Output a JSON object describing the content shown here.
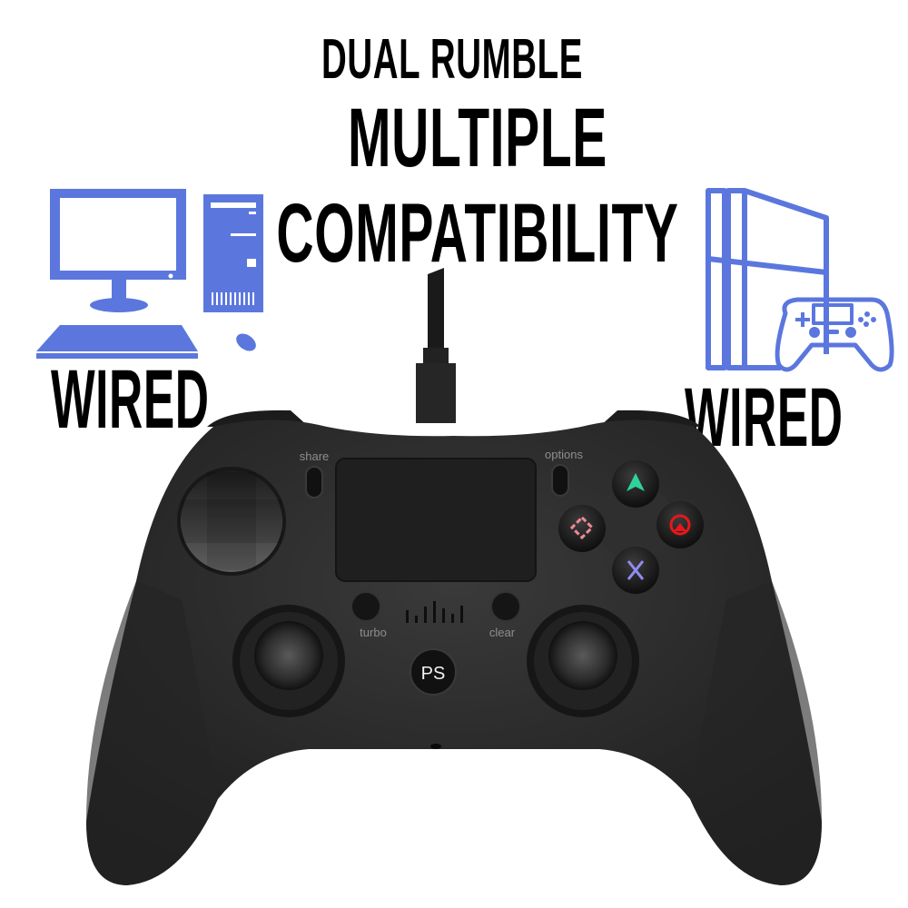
{
  "headline": {
    "line1": "DUAL RUMBLE",
    "line2": "MULTIPLE COMPATIBILITY"
  },
  "compatibility": [
    {
      "platform_icon": "desktop-pc-icon",
      "label": "WIRED"
    },
    {
      "platform_icon": "game-console-icon",
      "label": "WIRED"
    }
  ],
  "controller": {
    "labels": {
      "share": "share",
      "options": "options",
      "turbo": "turbo",
      "clear": "clear",
      "home": "PS"
    },
    "face_buttons": [
      {
        "name": "triangle",
        "color": "#2fd39a"
      },
      {
        "name": "circle",
        "color": "#e8161b"
      },
      {
        "name": "cross",
        "color": "#8f8cf2"
      },
      {
        "name": "square",
        "color": "#f08a94"
      }
    ]
  },
  "colors": {
    "icon_blue": "#5b77de",
    "controller_body": "#2b2b2b",
    "text": "#000000"
  }
}
